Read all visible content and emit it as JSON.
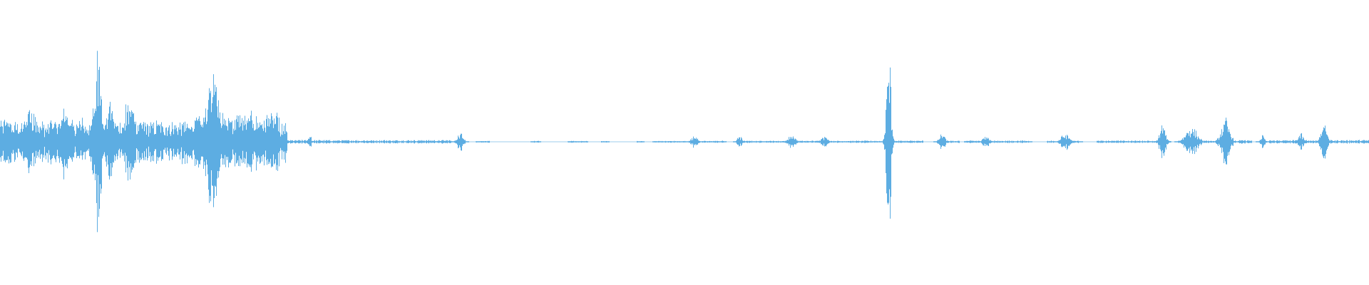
{
  "waveform": {
    "color": "#5dade2",
    "background": "#ffffff",
    "segments": [
      {
        "start": 0.0,
        "end": 0.21,
        "level": 0.12,
        "density": 1.0
      },
      {
        "start": 0.142,
        "end": 0.205,
        "level": 0.16,
        "density": 1.0
      },
      {
        "start": 0.21,
        "end": 0.33,
        "level": 0.01,
        "density": 1.0
      },
      {
        "start": 0.33,
        "end": 0.52,
        "level": 0.005,
        "density": 0.5
      },
      {
        "start": 0.52,
        "end": 0.65,
        "level": 0.006,
        "density": 0.8
      },
      {
        "start": 0.65,
        "end": 0.9,
        "level": 0.007,
        "density": 0.7
      },
      {
        "start": 0.9,
        "end": 1.0,
        "level": 0.01,
        "density": 0.9
      }
    ],
    "bursts": [
      {
        "pos": 0.005,
        "width": 0.006,
        "peak": 0.18
      },
      {
        "pos": 0.022,
        "width": 0.01,
        "peak": 0.2
      },
      {
        "pos": 0.038,
        "width": 0.006,
        "peak": 0.16
      },
      {
        "pos": 0.047,
        "width": 0.005,
        "peak": 0.24
      },
      {
        "pos": 0.06,
        "width": 0.004,
        "peak": 0.14
      },
      {
        "pos": 0.071,
        "width": 0.005,
        "peak": 0.6
      },
      {
        "pos": 0.08,
        "width": 0.006,
        "peak": 0.25
      },
      {
        "pos": 0.094,
        "width": 0.008,
        "peak": 0.28
      },
      {
        "pos": 0.155,
        "width": 0.008,
        "peak": 0.45
      },
      {
        "pos": 0.183,
        "width": 0.004,
        "peak": 0.15
      },
      {
        "pos": 0.191,
        "width": 0.002,
        "peak": 0.08
      },
      {
        "pos": 0.143,
        "width": 0.004,
        "peak": 0.1
      },
      {
        "pos": 0.226,
        "width": 0.002,
        "peak": 0.05
      },
      {
        "pos": 0.336,
        "width": 0.004,
        "peak": 0.06
      },
      {
        "pos": 0.507,
        "width": 0.004,
        "peak": 0.04
      },
      {
        "pos": 0.54,
        "width": 0.003,
        "peak": 0.04
      },
      {
        "pos": 0.578,
        "width": 0.005,
        "peak": 0.04
      },
      {
        "pos": 0.602,
        "width": 0.005,
        "peak": 0.03
      },
      {
        "pos": 0.649,
        "width": 0.003,
        "peak": 0.6
      },
      {
        "pos": 0.688,
        "width": 0.004,
        "peak": 0.05
      },
      {
        "pos": 0.72,
        "width": 0.004,
        "peak": 0.04
      },
      {
        "pos": 0.778,
        "width": 0.006,
        "peak": 0.05
      },
      {
        "pos": 0.849,
        "width": 0.004,
        "peak": 0.11
      },
      {
        "pos": 0.87,
        "width": 0.008,
        "peak": 0.1
      },
      {
        "pos": 0.895,
        "width": 0.006,
        "peak": 0.14
      },
      {
        "pos": 0.922,
        "width": 0.003,
        "peak": 0.04
      },
      {
        "pos": 0.95,
        "width": 0.004,
        "peak": 0.05
      },
      {
        "pos": 0.967,
        "width": 0.004,
        "peak": 0.12
      }
    ]
  }
}
